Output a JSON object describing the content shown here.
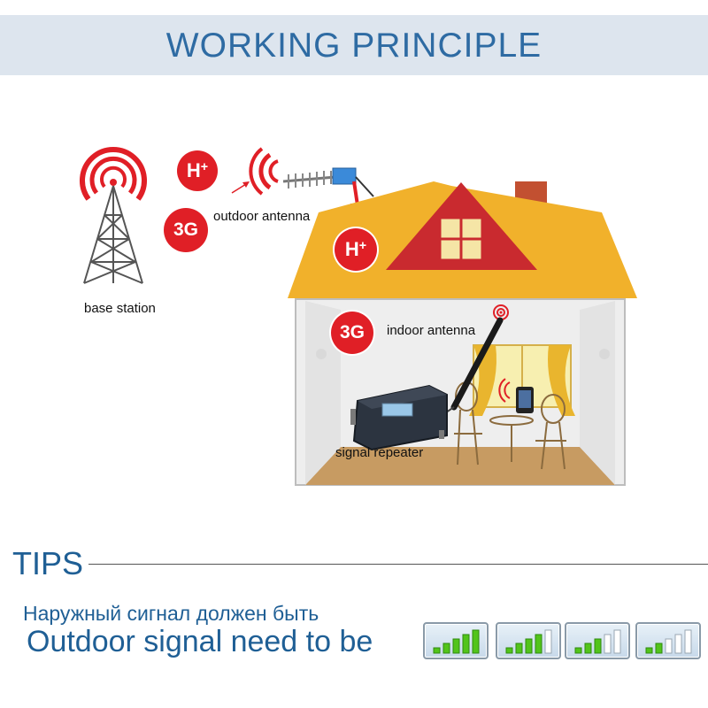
{
  "header": {
    "title": "WORKING PRINCIPLE"
  },
  "diagram": {
    "base_station_label": "base station",
    "outdoor_antenna_label": "outdoor antenna",
    "indoor_antenna_label": "indoor antenna",
    "signal_repeater_label": "signal repeater",
    "badge_hplus_base": "H",
    "badge_hplus_sup": "+",
    "badge_3g": "3G",
    "colors": {
      "signal_red": "#e01f26",
      "roof": "#f1b12b",
      "title_blue": "#2e6ba3"
    }
  },
  "tips": {
    "title": "TIPS",
    "russian_text": "Наружный сигнал должен быть",
    "english_text": "Outdoor signal need to be",
    "signal_levels": [
      5,
      4,
      3,
      2
    ]
  }
}
